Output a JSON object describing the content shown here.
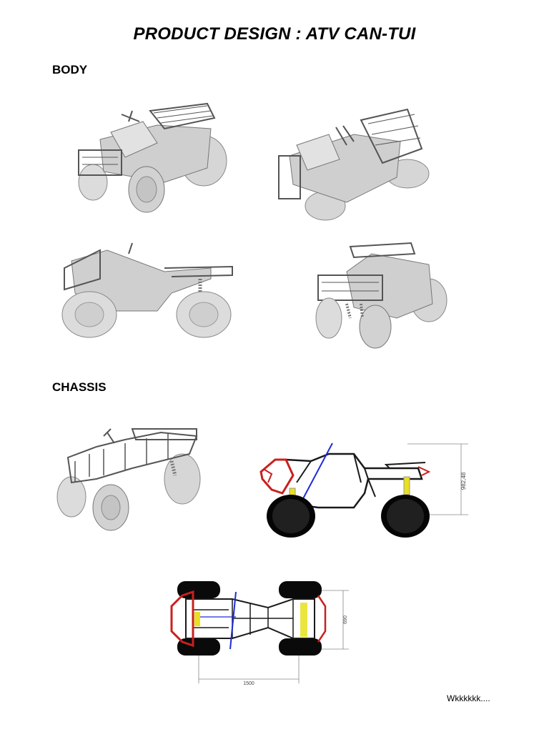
{
  "document": {
    "title": "PRODUCT DESIGN : ATV CAN-TUI",
    "sections": {
      "body": "BODY",
      "chassis": "CHASSIS"
    },
    "dimensions": {
      "side_height": "982,48",
      "top_width": "690",
      "top_length": "1500"
    },
    "footer": "Wkkkkkk...."
  },
  "colors": {
    "tire_gray": "#d9d9d9",
    "body_gray": "#cfcfcf",
    "frame_black": "#1a1a1a",
    "frame_red": "#c8201e",
    "frame_blue": "#1e2bd6",
    "spring_yellow": "#e8e020"
  }
}
